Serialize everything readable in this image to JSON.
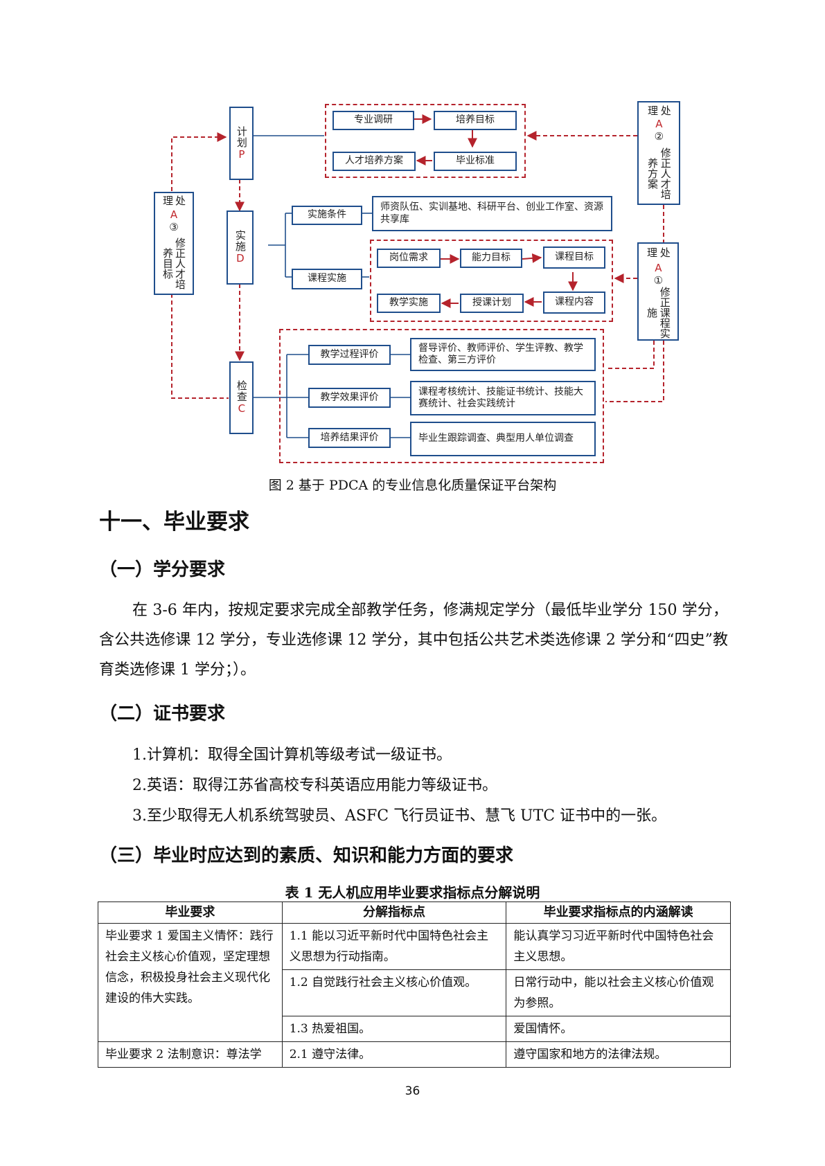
{
  "diagram": {
    "plan": {
      "label": "计划",
      "letter": "P"
    },
    "do": {
      "label": "实施",
      "letter": "D"
    },
    "check": {
      "label": "检查",
      "letter": "C"
    },
    "act_left": {
      "label": "处理",
      "letter": "A",
      "num": "③",
      "text": "修正人才培养目标"
    },
    "act_right_top": {
      "label": "处理",
      "letter": "A",
      "num": "②",
      "text": "修正人才培养方案"
    },
    "act_right_mid": {
      "label": "处理",
      "letter": "A",
      "num": "①",
      "text": "修正课程实施"
    },
    "plan_boxes": [
      "专业调研",
      "培养目标",
      "人才培养方案",
      "毕业标准"
    ],
    "do_conditions": {
      "label": "实施条件",
      "detail": "师资队伍、实训基地、科研平台、创业工作室、资源共享库"
    },
    "do_course": {
      "label": "课程实施",
      "boxes": [
        "岗位需求",
        "能力目标",
        "课程目标",
        "教学实施",
        "授课计划",
        "课程内容"
      ]
    },
    "check_rows": [
      {
        "label": "教学过程评价",
        "detail": "督导评价、教师评价、学生评教、教学检查、第三方评价"
      },
      {
        "label": "教学效果评价",
        "detail": "课程考核统计、技能证书统计、技能大赛统计、社会实践统计"
      },
      {
        "label": "培养结果评价",
        "detail": "毕业生跟踪调查、典型用人单位调查"
      }
    ]
  },
  "caption": "图 2 基于 PDCA 的专业信息化质量保证平台架构",
  "section_title": "十一、毕业要求",
  "sub1": {
    "title": "（一）学分要求",
    "text": "在 3-6 年内，按规定要求完成全部教学任务，修满规定学分（最低毕业学分 150 学分，含公共选修课 12 学分，专业选修课 12 学分，其中包括公共艺术类选修课 2 学分和“四史”教育类选修课 1 学分；）。"
  },
  "sub2": {
    "title": "（二）证书要求",
    "items": [
      "1.计算机：取得全国计算机等级考试一级证书。",
      "2.英语：取得江苏省高校专科英语应用能力等级证书。",
      "3.至少取得无人机系统驾驶员、ASFC 飞行员证书、慧飞 UTC 证书中的一张。"
    ]
  },
  "sub3": {
    "title": "（三）毕业时应达到的素质、知识和能力方面的要求"
  },
  "table": {
    "caption": "表 1  无人机应用毕业要求指标点分解说明",
    "headers": [
      "毕业要求",
      "分解指标点",
      "毕业要求指标点的内涵解读"
    ],
    "rows": [
      {
        "req": "毕业要求 1 爱国主义情怀：践行社会主义核心价值观，坚定理想信念，积极投身社会主义现代化建设的伟大实践。",
        "point": "1.1 能以习近平新时代中国特色社会主义思想为行动指南。",
        "meaning": "能认真学习习近平新时代中国特色社会主义思想。"
      },
      {
        "req": "",
        "point": "1.2 自觉践行社会主义核心价值观。",
        "meaning": "日常行动中，能以社会主义核心价值观为参照。"
      },
      {
        "req": "",
        "point": "1.3 热爱祖国。",
        "meaning": "爱国情怀。"
      },
      {
        "req": "毕业要求 2 法制意识：尊法学",
        "point": "2.1 遵守法律。",
        "meaning": "遵守国家和地方的法律法规。"
      }
    ]
  },
  "page_number": "36",
  "colors": {
    "box_border": "#1f4e8c",
    "dashed": "#b5232c",
    "arrow": "#b5232c"
  }
}
